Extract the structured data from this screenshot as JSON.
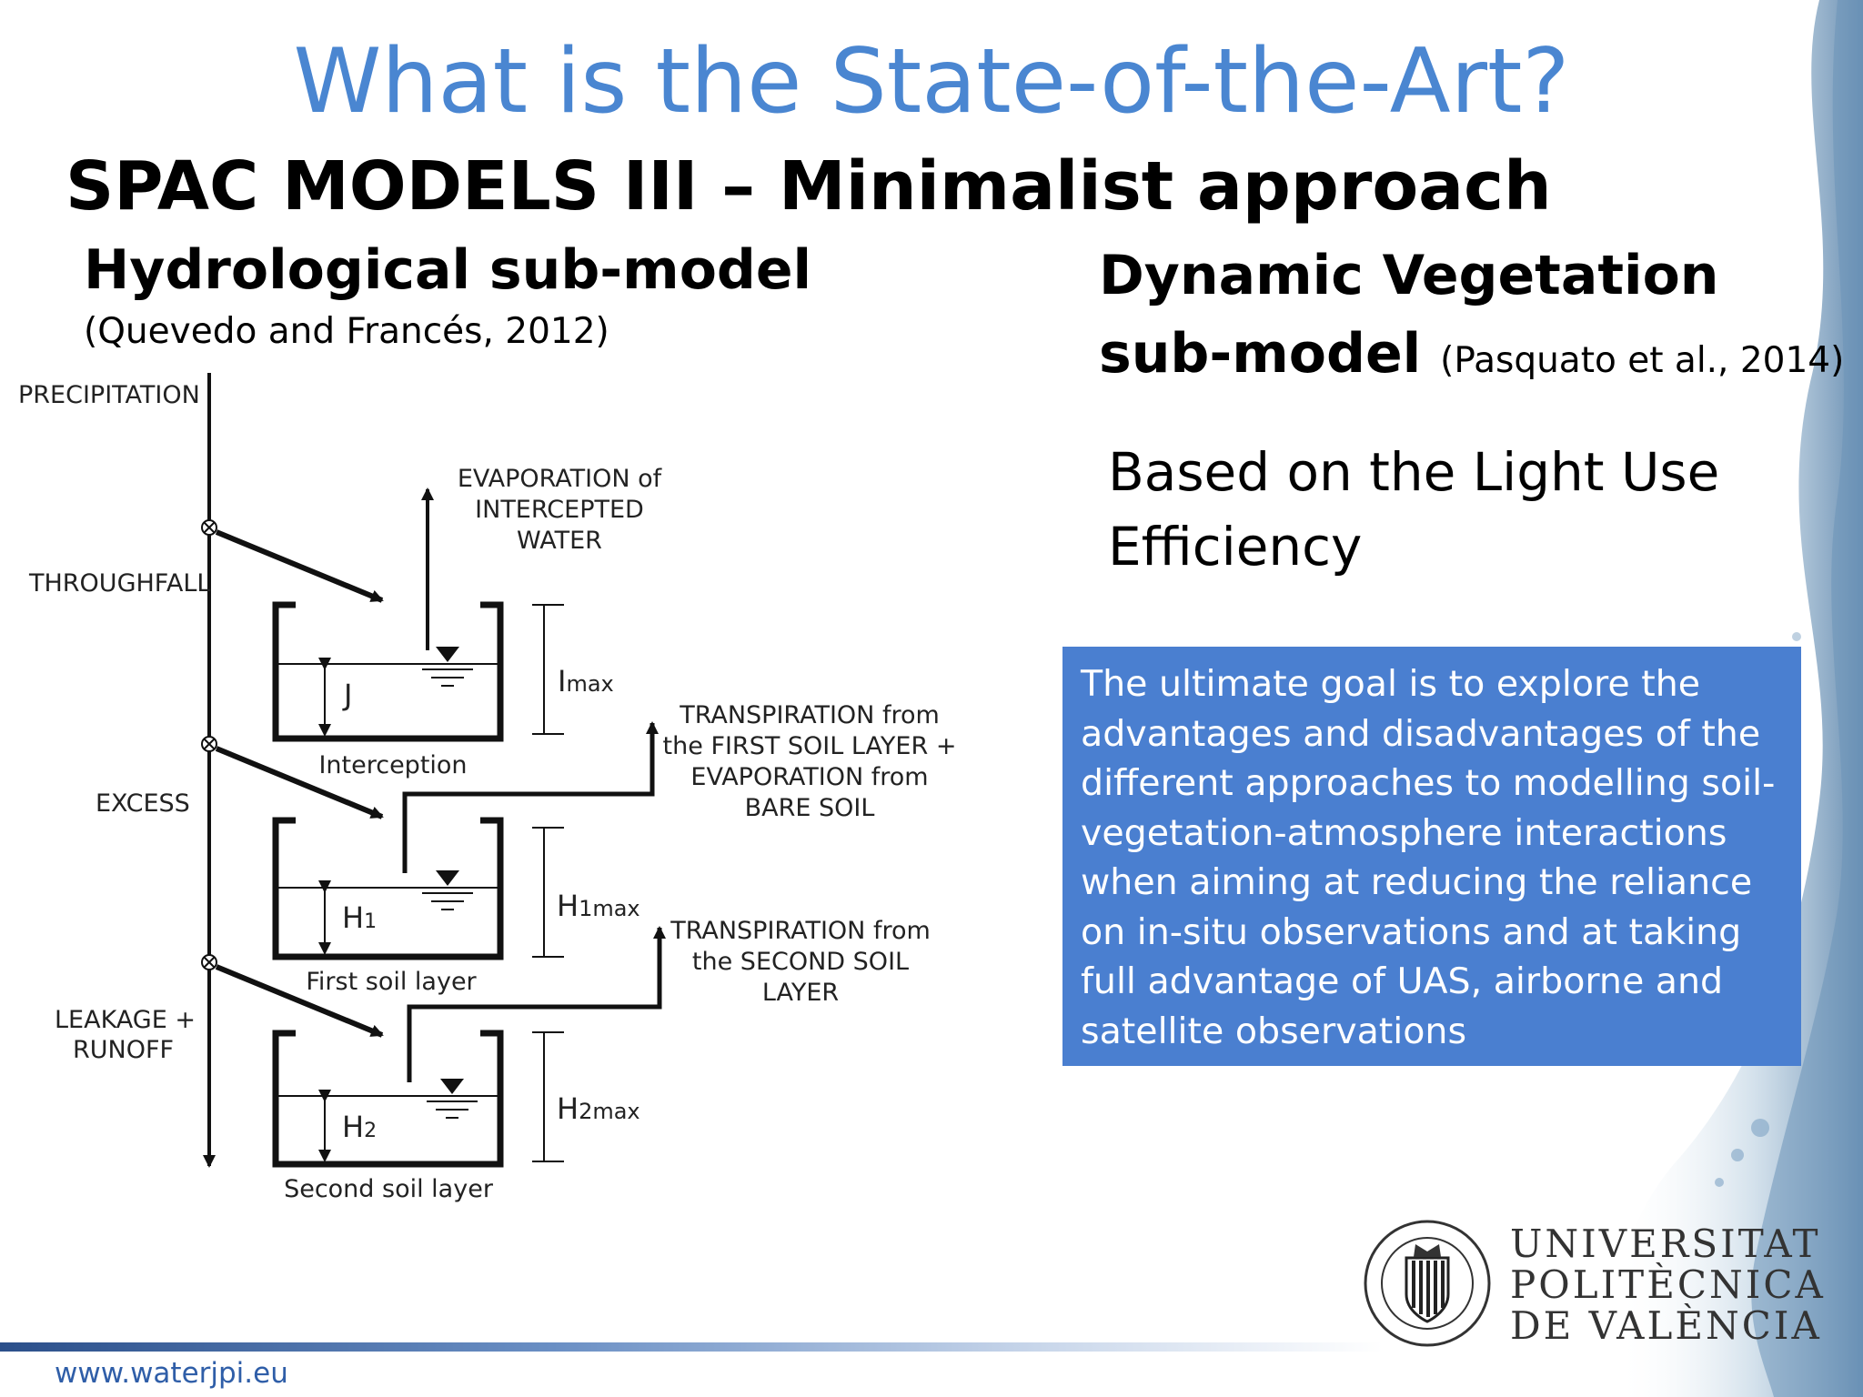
{
  "slide": {
    "title": "What is the State-of-the-Art?",
    "subtitle": "SPAC MODELS III – Minimalist approach"
  },
  "hydrological": {
    "heading": "Hydrological sub-model",
    "citation": "(Quevedo and Francés, 2012)"
  },
  "vegetation": {
    "heading": "Dynamic Vegetation sub-model",
    "citation": "(Pasquato et al., 2014)",
    "body": "Based on the Light Use Efficiency"
  },
  "goal_box": {
    "text": "The ultimate goal is to explore the advantages and disadvantages of the different approaches to modelling soil-vegetation-atmosphere interactions when aiming at reducing the reliance on in-situ observations and at taking full advantage of UAS, airborne and satellite observations",
    "background_color": "#4a7fd0"
  },
  "diagram": {
    "labels": {
      "precipitation": "PRECIPITATION",
      "throughfall": "THROUGHFALL",
      "excess": "EXCESS",
      "leakage_line1": "LEAKAGE +",
      "leakage_line2": "RUNOFF",
      "evap_line1": "EVAPORATION of",
      "evap_line2": "INTERCEPTED",
      "evap_line3": "WATER",
      "transp1_line1": "TRANSPIRATION from",
      "transp1_line2": "the FIRST SOIL LAYER +",
      "transp1_line3": "EVAPORATION from",
      "transp1_line4": "BARE SOIL",
      "transp2_line1": "TRANSPIRATION from",
      "transp2_line2": "the SECOND SOIL",
      "transp2_line3": "LAYER",
      "interception": "Interception",
      "first_soil_layer": "First soil layer",
      "second_soil_layer": "Second soil layer",
      "j": "J",
      "h": "H",
      "sub1": "1",
      "sub2": "2",
      "i": "I",
      "max": "max",
      "one_max": "1max",
      "two_max": "2max"
    }
  },
  "footer": {
    "url": "www.waterjpi.eu"
  },
  "logo": {
    "line1": "UNIVERSITAT",
    "line2": "POLITÈCNICA",
    "line3": "DE VALÈNCIA",
    "seal_icon": "upv-seal-icon"
  },
  "colors": {
    "title": "#4a86d1",
    "accent": "#4a7fd0",
    "footer_url": "#2f5ea8"
  }
}
